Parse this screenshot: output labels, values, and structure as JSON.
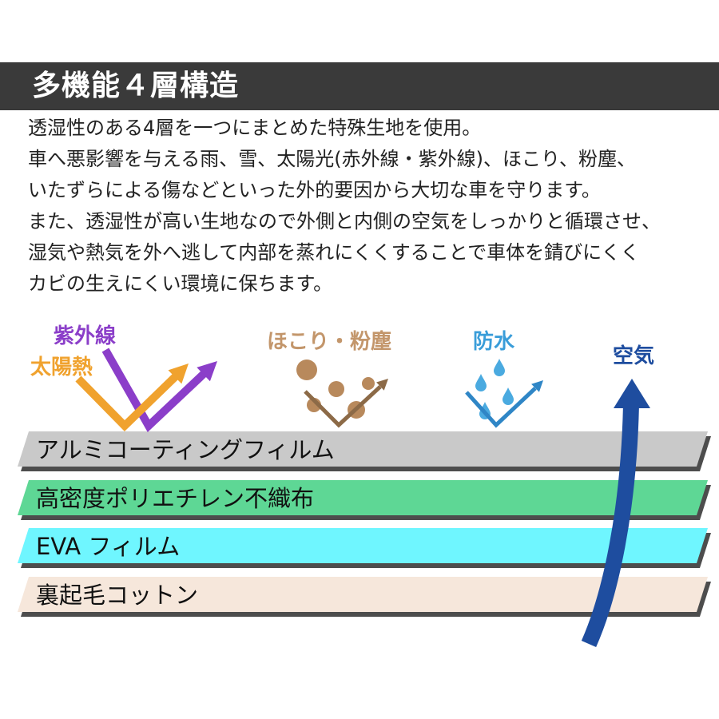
{
  "header": {
    "title": "多機能４層構造"
  },
  "description": {
    "lines": [
      "透湿性のある4層を一つにまとめた特殊生地を使用。",
      "車へ悪影響を与える雨、雪、太陽光(赤外線・紫外線)、ほこり、粉塵、",
      "いたずらによる傷などといった外的要因から大切な車を守ります。",
      "また、透湿性が高い生地なので外側と内側の空気をしっかりと循環させ、",
      "湿気や熱気を外へ逃して内部を蒸れにくくすることで車体を錆びにくく",
      "カビの生えにくい環境に保ちます。"
    ]
  },
  "diagram": {
    "uv_label": "紫外線",
    "heat_label": "太陽熱",
    "dust_label": "ほこり・粉塵",
    "water_label": "防水",
    "air_label": "空気"
  },
  "layers": [
    {
      "label": "アルミコーティングフィルム",
      "color": "#c9c9c9"
    },
    {
      "label": "高密度ポリエチレン不織布",
      "color": "#5ed795"
    },
    {
      "label": "EVA フィルム",
      "color": "#6ff6ff"
    },
    {
      "label": "裏起毛コットン",
      "color": "#f6e7db"
    }
  ],
  "colors": {
    "header_bg": "#3a3a3a",
    "text": "#222222",
    "uv": "#8b3ec9",
    "heat": "#f0a22e",
    "dust": "#c3966b",
    "dust_particle": "#b8895c",
    "dust_arrow": "#8c6a47",
    "water": "#3a9dd9",
    "water_drop": "#4aaae0",
    "water_arrow": "#2f86c6",
    "air": "#1e4d9f",
    "layer_shadow": "#4d4d4d"
  }
}
